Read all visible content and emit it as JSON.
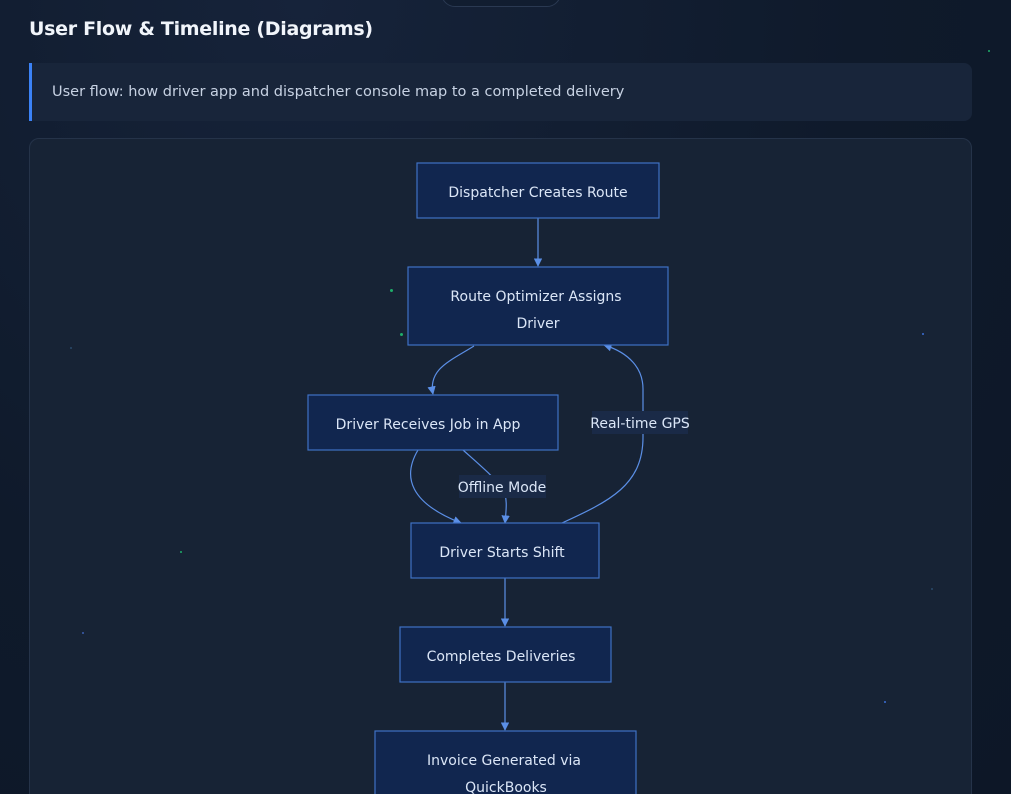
{
  "section": {
    "title": "User Flow & Timeline (Diagrams)"
  },
  "callout": {
    "text": "User flow: how driver app and dispatcher console map to a completed delivery"
  },
  "diagram": {
    "nodes": [
      {
        "id": "n1",
        "lines": [
          "Dispatcher Creates Route"
        ]
      },
      {
        "id": "n2",
        "lines": [
          "Route Optimizer Assigns",
          "Driver"
        ]
      },
      {
        "id": "n3",
        "lines": [
          "Driver Receives Job in App"
        ]
      },
      {
        "id": "n4",
        "lines": [
          "Driver Starts Shift"
        ]
      },
      {
        "id": "n5",
        "lines": [
          "Completes Deliveries"
        ]
      },
      {
        "id": "n6",
        "lines": [
          "Invoice Generated via",
          "QuickBooks"
        ]
      }
    ],
    "edges": [
      {
        "id": "e1",
        "from": "n1",
        "to": "n2",
        "label": ""
      },
      {
        "id": "e2",
        "from": "n2",
        "to": "n3",
        "label": ""
      },
      {
        "id": "e3",
        "from": "n3",
        "to": "n4",
        "label": ""
      },
      {
        "id": "e4",
        "from": "n3",
        "to": "n4",
        "label": "Offline Mode"
      },
      {
        "id": "e5",
        "from": "n4",
        "to": "n2",
        "label": "Real-time GPS"
      },
      {
        "id": "e6",
        "from": "n4",
        "to": "n5",
        "label": ""
      },
      {
        "id": "e7",
        "from": "n5",
        "to": "n6",
        "label": ""
      }
    ]
  },
  "colors": {
    "accent": "#3b82f6",
    "node_fill": "#11264f",
    "node_stroke": "#3f71c4",
    "edge": "#5b8fe6"
  }
}
